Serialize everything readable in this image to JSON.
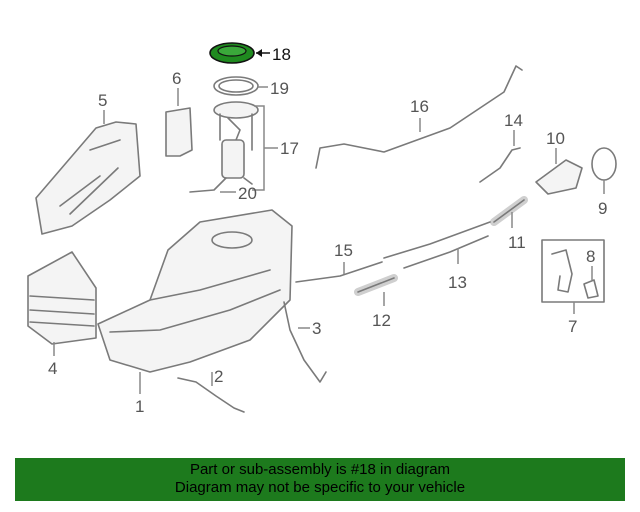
{
  "highlighted_part": "18",
  "callouts": {
    "c1": "1",
    "c2": "2",
    "c3": "3",
    "c4": "4",
    "c5": "5",
    "c6": "6",
    "c7": "7",
    "c8": "8",
    "c9": "9",
    "c10": "10",
    "c11": "11",
    "c12": "12",
    "c13": "13",
    "c14": "14",
    "c15": "15",
    "c16": "16",
    "c17": "17",
    "c18": "18",
    "c19": "19",
    "c20": "20"
  },
  "banner": {
    "line1": "Part or sub-assembly is #18 in diagram",
    "line2": "Diagram may not be specific to your vehicle"
  },
  "colors": {
    "highlight": "#1f8a1f",
    "banner_bg": "#1d7a1d",
    "line_art": "#7a7a7a"
  }
}
